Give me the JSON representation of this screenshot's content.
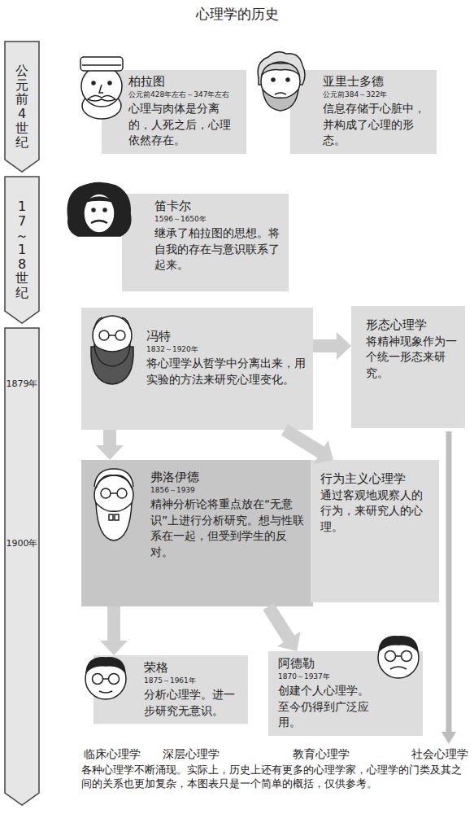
{
  "diagram": {
    "title": "心理学的历史",
    "caption": "各种心理学不断涌现。实际上，历史上还有更多的心理学家，心理学的门类及其之间的关系也更加复杂，本图表只是一个简单的概括，仅供参考。",
    "nodes": [
      {
        "text": [
          "公元前4世纪"
        ]
      },
      {
        "text": [
          "柏拉图",
          "公元前428年左右～347年左右",
          "心理与肉体是分离的，人死之后，心理依然存在。"
        ]
      },
      {
        "text": [
          "亚里士多德",
          "公元前384～322年",
          "信息存储于心脏中，并构成了心理的形态。"
        ]
      },
      {
        "text": [
          "17～18世纪"
        ]
      },
      {
        "text": [
          "笛卡尔",
          "1596～1650年",
          "继承了柏拉图的思想。将自我的存在与意识联系了起来。"
        ]
      },
      {
        "text": [
          "1879年",
          "1900年"
        ]
      },
      {
        "text": [
          "冯特",
          "1832～1920年",
          "将心理学从哲学中分离出来，用实验的方法来研究心理变化。"
        ]
      },
      {
        "text": [
          "形态心理学",
          "将精神现象作为一个统一形态来研究。"
        ]
      },
      {
        "text": [
          "弗洛伊德",
          "1856～1939",
          "精神分析论将重点放在“无意识”上进行分析研究。想与性联系在一起，但受到学生的反对。"
        ]
      },
      {
        "text": [
          "行为主义心理学",
          "通过客观地观察人的行为，来研究人的心理。"
        ]
      },
      {
        "text": [
          "荣格",
          "1875～1961年",
          "分析心理学。进一步研究无意识。"
        ]
      },
      {
        "text": [
          "阿德勒",
          "1870～1937年",
          "创建个人心理学。至今仍得到广泛应用。"
        ]
      }
    ],
    "edges": [
      {
        "from": 6,
        "to": 7,
        "arrow": "to"
      },
      {
        "from": 6,
        "to": 9,
        "arrow": "to"
      },
      {
        "from": 6,
        "to": 8,
        "arrow": "to"
      },
      {
        "from": 8,
        "to": 10,
        "arrow": "to"
      },
      {
        "from": 8,
        "to": 11,
        "arrow": "to"
      }
    ],
    "labels": [
      "临床心理学",
      "深层心理学",
      "教育心理学",
      "社会心理学"
    ]
  }
}
